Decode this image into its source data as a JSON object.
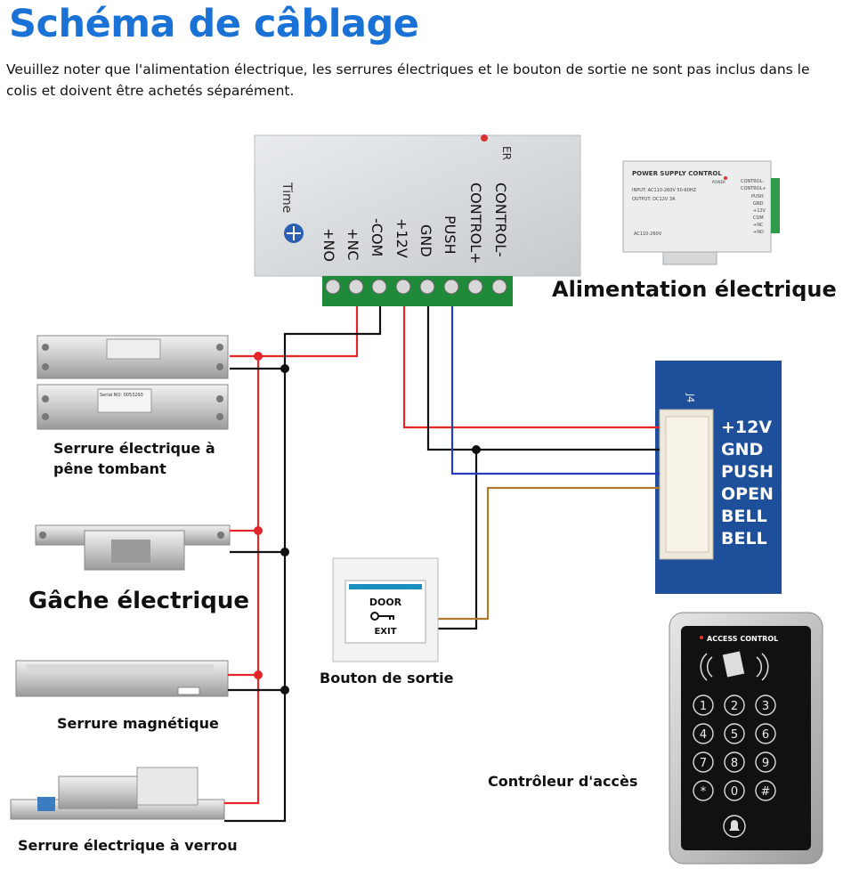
{
  "header": {
    "title": "Schéma de câblage",
    "note": "Veuillez noter que l'alimentation électrique, les serrures électriques et le bouton de sortie ne sont pas inclus dans le colis et doivent être achetés séparément."
  },
  "power_supply": {
    "label": "Alimentation électrique",
    "terminals": [
      "+NO",
      "+NC",
      "-COM",
      "+12V",
      "GND",
      "PUSH",
      "CONTROL+",
      "CONTROL-"
    ],
    "time_label": "Time",
    "thumbnail": {
      "title": "POWER SUPPLY CONTROL",
      "input": "INPUT: AC110-260V 50-60HZ",
      "output": "OUTPUT: DC12V 3A",
      "model": "AC110-260V",
      "power": "POWER",
      "terminals": [
        "CONTROL-",
        "CONTROL+",
        "PUSH",
        "GND",
        "+12V",
        "COM",
        "+NC",
        "+NO"
      ]
    }
  },
  "controller_connector": {
    "pins": [
      "+12V",
      "GND",
      "PUSH",
      "OPEN",
      "BELL",
      "BELL"
    ]
  },
  "locks": [
    {
      "label_line1": "Serrure électrique à",
      "label_line2": "pêne tombant",
      "plate_text": "Serial NO: 0053293"
    },
    {
      "label": "Gâche électrique"
    },
    {
      "label": "Serrure magnétique"
    },
    {
      "label": "Serrure électrique à verrou"
    }
  ],
  "exit_button": {
    "label": "Bouton de sortie",
    "text_top": "DOOR",
    "text_bottom": "EXIT"
  },
  "access_controller": {
    "label": "Contrôleur d'accès",
    "brand": "ACCESS CONTROL",
    "keys": [
      "1",
      "2",
      "3",
      "4",
      "5",
      "6",
      "7",
      "8",
      "9",
      "*",
      "0",
      "#"
    ]
  },
  "colors": {
    "title": "#1a72d6",
    "wire_red": "#e3262a",
    "wire_black": "#111111",
    "wire_blue": "#2a3bc0",
    "wire_brown": "#b07a2a",
    "board_blue": "#1d4f9a",
    "terminal_green": "#1f8a3a"
  }
}
